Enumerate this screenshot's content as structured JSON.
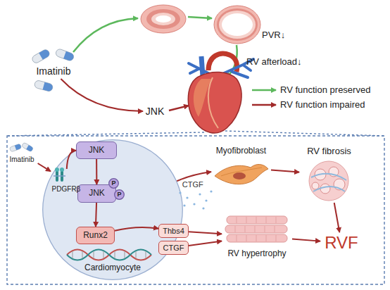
{
  "diagram": {
    "nodes": [
      {
        "text": [
          "Imatinib"
        ]
      },
      {
        "text": [
          "JNK"
        ]
      },
      {
        "text": [
          "Imatinib"
        ]
      },
      {
        "text": [
          "Cardiomyocyte"
        ]
      },
      {
        "text": [
          "JNK"
        ],
        "in": 3
      },
      {
        "text": [
          "JNK"
        ],
        "in": 3
      },
      {
        "text": [
          "P"
        ],
        "in": 5
      },
      {
        "text": [
          "P"
        ],
        "in": 5
      },
      {
        "text": [
          "Runx2"
        ],
        "in": 3
      },
      {
        "text": [
          "PDGFRβ"
        ]
      },
      {
        "text": [
          "Thbs4"
        ]
      },
      {
        "text": [
          "CTGF"
        ]
      },
      {
        "text": [
          "Myofibroblast"
        ]
      },
      {
        "text": [
          "RV fibrosis"
        ]
      },
      {
        "text": [
          "RV hypertrophy"
        ]
      },
      {
        "text": [
          "RVF"
        ]
      }
    ],
    "edges": [
      {
        "from": 0,
        "to": 1,
        "arrow": "to"
      },
      {
        "from": 2,
        "to": 9,
        "arrow": "to"
      },
      {
        "from": 9,
        "to": 4,
        "arrow": "to"
      },
      {
        "from": 4,
        "to": 5,
        "arrow": "to"
      },
      {
        "from": 5,
        "to": 8,
        "arrow": "to"
      },
      {
        "from": 8,
        "to": 10,
        "arrow": "to"
      },
      {
        "from": 10,
        "to": 14,
        "arrow": "to"
      },
      {
        "from": 11,
        "to": 14,
        "arrow": "to"
      },
      {
        "from": 3,
        "to": 12,
        "label": "CTGF",
        "arrow": "to"
      },
      {
        "from": 12,
        "to": 13,
        "arrow": "to"
      },
      {
        "from": 13,
        "to": 15,
        "arrow": "to"
      },
      {
        "from": 14,
        "to": 15,
        "arrow": "to"
      }
    ],
    "labels": [
      "PVR↓",
      "RV afterload↓"
    ],
    "legend": [
      {
        "text": "RV function preserved"
      },
      {
        "text": "RV function impaired"
      }
    ]
  }
}
